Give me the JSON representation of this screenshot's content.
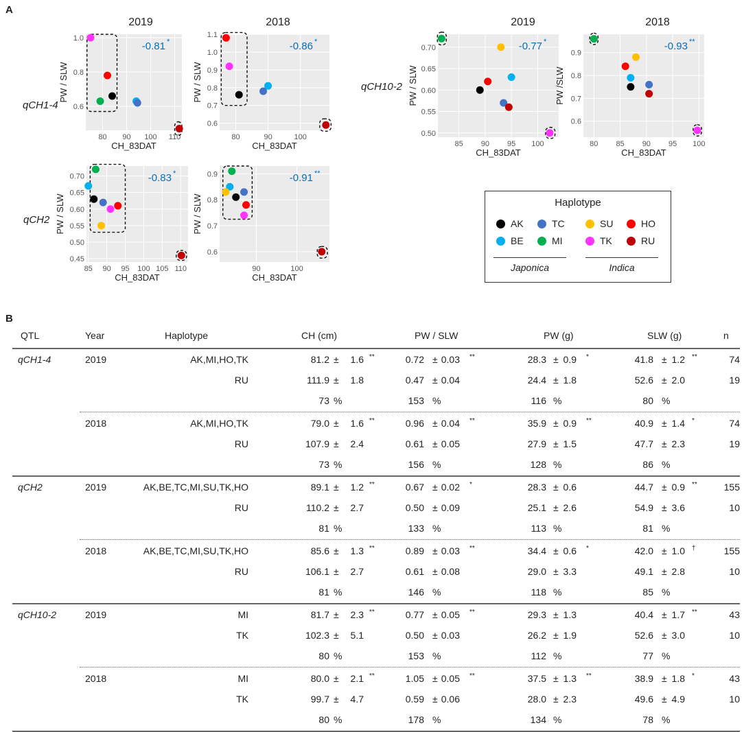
{
  "panel_a_label": "A",
  "panel_b_label": "B",
  "chart_data": [
    {
      "id": "q14_2019",
      "type": "scatter",
      "qtl": "qCH1-4",
      "title": "2019",
      "xlabel": "CH_83DAT",
      "ylabel": "PW / SLW",
      "r": "-0.81",
      "sig": "*",
      "xlim": [
        73,
        113
      ],
      "ylim": [
        0.46,
        1.02
      ],
      "xticks": [
        80,
        90,
        100,
        110
      ],
      "yticks": [
        0.6,
        0.8,
        1.0
      ],
      "ytick_labels": [
        "0.6",
        "0.8",
        "1.0"
      ],
      "points": [
        {
          "h": "TK",
          "x": 75,
          "y": 1.0
        },
        {
          "h": "HO",
          "x": 82,
          "y": 0.78
        },
        {
          "h": "AK",
          "x": 84,
          "y": 0.66
        },
        {
          "h": "MI",
          "x": 79,
          "y": 0.63
        },
        {
          "h": "BE",
          "x": 94,
          "y": 0.63
        },
        {
          "h": "TC",
          "x": 94.5,
          "y": 0.62
        },
        {
          "h": "RU",
          "x": 111.9,
          "y": 0.47
        }
      ],
      "box": {
        "x": [
          73.5,
          86
        ],
        "y": [
          0.57,
          1.02
        ]
      },
      "box2": {
        "x": [
          110,
          113
        ],
        "y": [
          0.43,
          0.51
        ]
      }
    },
    {
      "id": "q14_2018",
      "type": "scatter",
      "qtl": "qCH1-4",
      "title": "2018",
      "xlabel": "CH_83DAT",
      "ylabel": "PW / SLW",
      "r": "-0.86",
      "sig": "*",
      "xlim": [
        75,
        109
      ],
      "ylim": [
        0.56,
        1.1
      ],
      "xticks": [
        80,
        90,
        100
      ],
      "yticks": [
        0.6,
        0.7,
        0.8,
        0.9,
        1.0,
        1.1
      ],
      "ytick_labels": [
        "0.6",
        "0.7",
        "0.8",
        "0.9",
        "1.0",
        "1.1"
      ],
      "points": [
        {
          "h": "HO",
          "x": 77,
          "y": 1.08
        },
        {
          "h": "TK",
          "x": 78,
          "y": 0.92
        },
        {
          "h": "AK",
          "x": 81,
          "y": 0.76
        },
        {
          "h": "BE",
          "x": 90,
          "y": 0.81
        },
        {
          "h": "TC",
          "x": 88.5,
          "y": 0.78
        },
        {
          "h": "RU",
          "x": 107.9,
          "y": 0.59
        }
      ],
      "box": {
        "x": [
          75.5,
          83.5
        ],
        "y": [
          0.7,
          1.11
        ]
      },
      "box2": {
        "x": [
          106,
          109.5
        ],
        "y": [
          0.555,
          0.625
        ]
      }
    },
    {
      "id": "q2_2019",
      "type": "scatter",
      "qtl": "qCH2",
      "title": "",
      "xlabel": "CH_83DAT",
      "ylabel": "PW / SLW",
      "r": "-0.83",
      "sig": "*",
      "xlim": [
        84.5,
        112
      ],
      "ylim": [
        0.44,
        0.73
      ],
      "xticks": [
        85,
        90,
        95,
        100,
        105,
        110
      ],
      "yticks": [
        0.45,
        0.5,
        0.55,
        0.6,
        0.65,
        0.7
      ],
      "ytick_labels": [
        "0.45",
        "0.50",
        "0.55",
        "0.60",
        "0.65",
        "0.70"
      ],
      "points": [
        {
          "h": "MI",
          "x": 87,
          "y": 0.72
        },
        {
          "h": "BE",
          "x": 85,
          "y": 0.67
        },
        {
          "h": "AK",
          "x": 86.5,
          "y": 0.63
        },
        {
          "h": "TC",
          "x": 89,
          "y": 0.62
        },
        {
          "h": "HO",
          "x": 93,
          "y": 0.61
        },
        {
          "h": "TK",
          "x": 91,
          "y": 0.6
        },
        {
          "h": "SU",
          "x": 88.5,
          "y": 0.55
        },
        {
          "h": "RU",
          "x": 110.2,
          "y": 0.46
        }
      ],
      "box": {
        "x": [
          85.5,
          95
        ],
        "y": [
          0.53,
          0.735
        ]
      },
      "box2": {
        "x": [
          108.8,
          111.6
        ],
        "y": [
          0.445,
          0.475
        ]
      }
    },
    {
      "id": "q2_2018",
      "type": "scatter",
      "qtl": "qCH2",
      "title": "",
      "xlabel": "CH_83DAT",
      "ylabel": "PW / SLW",
      "r": "-0.91",
      "sig": "**",
      "xlim": [
        81,
        108
      ],
      "ylim": [
        0.56,
        0.93
      ],
      "xticks": [
        90,
        100
      ],
      "yticks": [
        0.6,
        0.7,
        0.8,
        0.9
      ],
      "ytick_labels": [
        "0.6",
        "0.7",
        "0.8",
        "0.9"
      ],
      "points": [
        {
          "h": "MI",
          "x": 84,
          "y": 0.91
        },
        {
          "h": "BE",
          "x": 83.5,
          "y": 0.85
        },
        {
          "h": "SU",
          "x": 82.5,
          "y": 0.83
        },
        {
          "h": "AK",
          "x": 85,
          "y": 0.81
        },
        {
          "h": "TC",
          "x": 87,
          "y": 0.83
        },
        {
          "h": "HO",
          "x": 87.5,
          "y": 0.78
        },
        {
          "h": "TK",
          "x": 87,
          "y": 0.74
        },
        {
          "h": "RU",
          "x": 106.1,
          "y": 0.6
        }
      ],
      "box": {
        "x": [
          81.8,
          89
        ],
        "y": [
          0.725,
          0.93
        ]
      },
      "box2": {
        "x": [
          105,
          107.5
        ],
        "y": [
          0.575,
          0.62
        ]
      }
    },
    {
      "id": "q102_2019",
      "type": "scatter",
      "qtl": "qCH10-2",
      "title": "2019",
      "xlabel": "CH_83DAT",
      "ylabel": "PW / SLW",
      "r": "-0.77",
      "sig": "*",
      "xlim": [
        81,
        104
      ],
      "ylim": [
        0.49,
        0.73
      ],
      "xticks": [
        85,
        90,
        95,
        100
      ],
      "yticks": [
        0.5,
        0.55,
        0.6,
        0.65,
        0.7
      ],
      "ytick_labels": [
        "0.50",
        "0.55",
        "0.60",
        "0.65",
        "0.70"
      ],
      "points": [
        {
          "h": "MI",
          "x": 81.7,
          "y": 0.72
        },
        {
          "h": "SU",
          "x": 93,
          "y": 0.7
        },
        {
          "h": "BE",
          "x": 95,
          "y": 0.63
        },
        {
          "h": "HO",
          "x": 90.5,
          "y": 0.62
        },
        {
          "h": "AK",
          "x": 89,
          "y": 0.6
        },
        {
          "h": "TC",
          "x": 93.5,
          "y": 0.57
        },
        {
          "h": "RU",
          "x": 94.5,
          "y": 0.56
        },
        {
          "h": "TK",
          "x": 102.3,
          "y": 0.5
        }
      ],
      "box": null,
      "boxes": [
        {
          "x": [
            80.9,
            82.6
          ],
          "y": [
            0.705,
            0.735
          ]
        },
        {
          "x": [
            101.5,
            103.3
          ],
          "y": [
            0.487,
            0.513
          ]
        }
      ]
    },
    {
      "id": "q102_2018",
      "type": "scatter",
      "qtl": "qCH10-2",
      "title": "2018",
      "xlabel": "CH_83DAT",
      "ylabel": "PW /SLW",
      "r": "-0.93",
      "sig": "**",
      "xlim": [
        78,
        101
      ],
      "ylim": [
        0.53,
        0.98
      ],
      "xticks": [
        80,
        85,
        90,
        95,
        100
      ],
      "yticks": [
        0.6,
        0.7,
        0.8,
        0.9
      ],
      "ytick_labels": [
        "0.6",
        "0.7",
        "0.8",
        "0.9"
      ],
      "points": [
        {
          "h": "MI",
          "x": 80,
          "y": 0.96
        },
        {
          "h": "SU",
          "x": 88,
          "y": 0.88
        },
        {
          "h": "HO",
          "x": 86,
          "y": 0.84
        },
        {
          "h": "BE",
          "x": 87,
          "y": 0.79
        },
        {
          "h": "AK",
          "x": 87,
          "y": 0.75
        },
        {
          "h": "TC",
          "x": 90.5,
          "y": 0.76
        },
        {
          "h": "RU",
          "x": 90.5,
          "y": 0.72
        },
        {
          "h": "TK",
          "x": 99.7,
          "y": 0.56
        }
      ],
      "box": null,
      "boxes": [
        {
          "x": [
            79.2,
            80.8
          ],
          "y": [
            0.935,
            0.985
          ]
        },
        {
          "x": [
            98.9,
            100.5
          ],
          "y": [
            0.535,
            0.585
          ]
        }
      ]
    }
  ],
  "colors": {
    "AK": "#000000",
    "TC": "#4472c4",
    "SU": "#ffc000",
    "HO": "#ff0000",
    "BE": "#00b0f0",
    "MI": "#00b050",
    "TK": "#ff33ff",
    "RU": "#c00000",
    "r_color": "#0070c0",
    "panel_bg": "#ebebeb"
  },
  "legend": {
    "title": "Haplotype",
    "entries": [
      {
        "code": "AK",
        "label": "AK"
      },
      {
        "code": "TC",
        "label": "TC"
      },
      {
        "code": "SU",
        "label": "SU"
      },
      {
        "code": "HO",
        "label": "HO"
      },
      {
        "code": "BE",
        "label": "BE"
      },
      {
        "code": "MI",
        "label": "MI"
      },
      {
        "code": "TK",
        "label": "TK"
      },
      {
        "code": "RU",
        "label": "RU"
      }
    ],
    "group_japonica": "Japonica",
    "group_indica": "Indica"
  },
  "qtl_labels": {
    "q14": "qCH1-4",
    "q2": "qCH2",
    "q102": "qCH10-2"
  },
  "years": {
    "y2019": "2019",
    "y2018": "2018"
  },
  "table": {
    "headers": {
      "qtl": "QTL",
      "year": "Year",
      "haplotype": "Haplotype",
      "ch": "CH (cm)",
      "pwslw": "PW / SLW",
      "pw": "PW (g)",
      "slw": "SLW (g)",
      "n": "n"
    },
    "blocks": [
      {
        "qtl": "qCH1-4",
        "year": "2019",
        "rows": [
          {
            "hap": "AK,MI,HO,TK",
            "ch": [
              "81.2",
              "1.6",
              "**"
            ],
            "ps": [
              "0.72",
              "0.03",
              "**"
            ],
            "pw": [
              "28.3",
              "0.9",
              "*"
            ],
            "slw": [
              "41.8",
              "1.2",
              "**"
            ],
            "n": "74"
          },
          {
            "hap": "RU",
            "ch": [
              "111.9",
              "1.8",
              ""
            ],
            "ps": [
              "0.47",
              "0.04",
              ""
            ],
            "pw": [
              "24.4",
              "1.8",
              ""
            ],
            "slw": [
              "52.6",
              "2.0",
              ""
            ],
            "n": "19"
          }
        ],
        "pct": [
          "73",
          "153",
          "116",
          "80"
        ]
      },
      {
        "qtl": "",
        "year": "2018",
        "rows": [
          {
            "hap": "AK,MI,HO,TK",
            "ch": [
              "79.0",
              "1.6",
              "**"
            ],
            "ps": [
              "0.96",
              "0.04",
              "**"
            ],
            "pw": [
              "35.9",
              "0.9",
              "**"
            ],
            "slw": [
              "40.9",
              "1.4",
              "*"
            ],
            "n": "74"
          },
          {
            "hap": "RU",
            "ch": [
              "107.9",
              "2.4",
              ""
            ],
            "ps": [
              "0.61",
              "0.05",
              ""
            ],
            "pw": [
              "27.9",
              "1.5",
              ""
            ],
            "slw": [
              "47.7",
              "2.3",
              ""
            ],
            "n": "19"
          }
        ],
        "pct": [
          "73",
          "156",
          "128",
          "86"
        ]
      },
      {
        "qtl": "qCH2",
        "year": "2019",
        "rows": [
          {
            "hap": "AK,BE,TC,MI,SU,TK,HO",
            "ch": [
              "89.1",
              "1.2",
              "**"
            ],
            "ps": [
              "0.67",
              "0.02",
              "*"
            ],
            "pw": [
              "28.3",
              "0.6",
              ""
            ],
            "slw": [
              "44.7",
              "0.9",
              "**"
            ],
            "n": "155"
          },
          {
            "hap": "RU",
            "ch": [
              "110.2",
              "2.7",
              ""
            ],
            "ps": [
              "0.50",
              "0.09",
              ""
            ],
            "pw": [
              "25.1",
              "2.6",
              ""
            ],
            "slw": [
              "54.9",
              "3.6",
              ""
            ],
            "n": "10"
          }
        ],
        "pct": [
          "81",
          "133",
          "113",
          "81"
        ]
      },
      {
        "qtl": "",
        "year": "2018",
        "rows": [
          {
            "hap": "AK,BE,TC,MI,SU,TK,HO",
            "ch": [
              "85.6",
              "1.3",
              "**"
            ],
            "ps": [
              "0.89",
              "0.03",
              "**"
            ],
            "pw": [
              "34.4",
              "0.6",
              "*"
            ],
            "slw": [
              "42.0",
              "1.0",
              "†"
            ],
            "n": "155"
          },
          {
            "hap": "RU",
            "ch": [
              "106.1",
              "2.7",
              ""
            ],
            "ps": [
              "0.61",
              "0.08",
              ""
            ],
            "pw": [
              "29.0",
              "3.3",
              ""
            ],
            "slw": [
              "49.1",
              "2.8",
              ""
            ],
            "n": "10"
          }
        ],
        "pct": [
          "81",
          "146",
          "118",
          "85"
        ]
      },
      {
        "qtl": "qCH10-2",
        "year": "2019",
        "rows": [
          {
            "hap": "MI",
            "ch": [
              "81.7",
              "2.3",
              "**"
            ],
            "ps": [
              "0.77",
              "0.05",
              "**"
            ],
            "pw": [
              "29.3",
              "1.3",
              ""
            ],
            "slw": [
              "40.4",
              "1.7",
              "**"
            ],
            "n": "43"
          },
          {
            "hap": "TK",
            "ch": [
              "102.3",
              "5.1",
              ""
            ],
            "ps": [
              "0.50",
              "0.03",
              ""
            ],
            "pw": [
              "26.2",
              "1.9",
              ""
            ],
            "slw": [
              "52.6",
              "3.0",
              ""
            ],
            "n": "10"
          }
        ],
        "pct": [
          "80",
          "153",
          "112",
          "77"
        ]
      },
      {
        "qtl": "",
        "year": "2018",
        "rows": [
          {
            "hap": "MI",
            "ch": [
              "80.0",
              "2.1",
              "**"
            ],
            "ps": [
              "1.05",
              "0.05",
              "**"
            ],
            "pw": [
              "37.5",
              "1.3",
              "**"
            ],
            "slw": [
              "38.9",
              "1.8",
              "*"
            ],
            "n": "43"
          },
          {
            "hap": "TK",
            "ch": [
              "99.7",
              "4.7",
              ""
            ],
            "ps": [
              "0.59",
              "0.06",
              ""
            ],
            "pw": [
              "28.0",
              "2.3",
              ""
            ],
            "slw": [
              "49.6",
              "4.9",
              ""
            ],
            "n": "10"
          }
        ],
        "pct": [
          "80",
          "178",
          "134",
          "78"
        ]
      }
    ],
    "pm": "±",
    "pct_sign": "%"
  }
}
